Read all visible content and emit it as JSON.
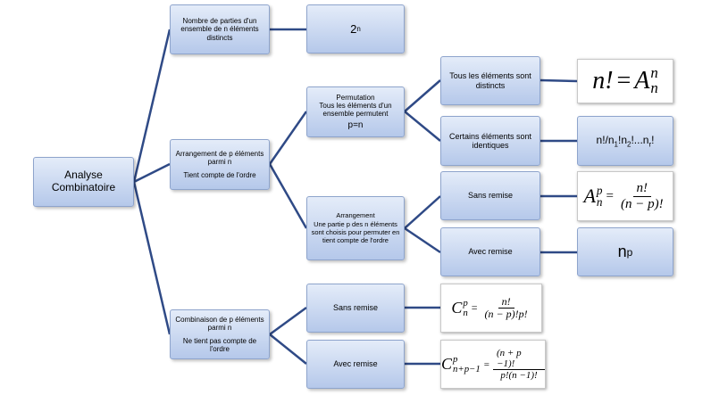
{
  "nodes": {
    "root": {
      "label": "Analyse\nCombinatoire"
    },
    "subsets": {
      "label": "Nombre de parties d'un ensemble de n éléments distincts"
    },
    "arrangement_group": {
      "line1": "Arrangement de p éléments parmi n",
      "line2": "Tient compte de l'ordre"
    },
    "combination_group": {
      "line1": "Combinaison de p éléments parmi n",
      "line2": "Ne tient pas compte de l'ordre"
    },
    "permutation": {
      "title": "Permutation",
      "desc": "Tous les éléments d'un ensemble permutent",
      "formula": "p=n"
    },
    "arrangement": {
      "title": "Arrangement",
      "desc": "Une partie p des n éléments sont choisis pour permuter en tient compte de l'ordre"
    },
    "perm_distinct": {
      "label": "Tous les éléments sont distincts"
    },
    "perm_identical": {
      "label": "Certains éléments sont identiques"
    },
    "arr_without": {
      "label": "Sans remise"
    },
    "arr_with": {
      "label": "Avec remise"
    },
    "comb_without": {
      "label": "Sans remise"
    },
    "comb_with": {
      "label": "Avec remise"
    }
  },
  "results": {
    "subsets": {
      "base": "2",
      "exp": "n"
    },
    "perm_distinct": {
      "lhs": "n!",
      "eq": "=",
      "sym": "A",
      "sup": "n",
      "sub": "n"
    },
    "perm_identical": {
      "text": "n!/n",
      "s1": "1",
      "mid1": "!n",
      "s2": "2",
      "mid2": "!...n",
      "s3": "r",
      "end": "!"
    },
    "arr_without": {
      "sym": "A",
      "sup": "p",
      "sub": "n",
      "eq": "=",
      "num": "n!",
      "den": "(n − p)!"
    },
    "arr_with": {
      "base": "n",
      "exp": "p"
    },
    "comb_without": {
      "sym": "C",
      "sup": "p",
      "sub": "n",
      "eq": "=",
      "num": "n!",
      "den": "(n − p)!p!"
    },
    "comb_with": {
      "sym": "C",
      "sup": "p",
      "sub": "n+p−1",
      "eq": "=",
      "num": "(n + p −1)!",
      "den": "p!(n −1)!"
    }
  },
  "colors": {
    "connector": "#2f4a86",
    "node_top": "#e4ecf9",
    "node_bottom": "#b5c8ea",
    "node_border": "#8ea4cc"
  }
}
